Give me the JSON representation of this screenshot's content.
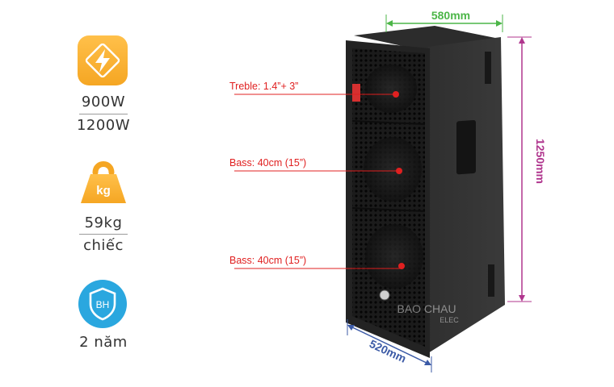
{
  "power": {
    "icon": "lightning-bolt-icon",
    "primary": "900W",
    "secondary": "1200W"
  },
  "weight": {
    "icon": "kettlebell-weight-icon",
    "icon_text": "kg",
    "value": "59kg",
    "unit": "chiếc"
  },
  "warranty": {
    "icon": "shield-warranty-icon",
    "icon_text": "BH",
    "value": "2 năm"
  },
  "callouts": {
    "treble": "Treble: 1.4”+ 3”",
    "bass1": "Bass: 40cm (15”)",
    "bass2": "Bass: 40cm (15”)"
  },
  "dimensions": {
    "width": "580mm",
    "height": "1250mm",
    "depth": "520mm"
  },
  "watermark": {
    "line1": "BAO CHAU",
    "line2": "ELEC"
  },
  "colors": {
    "accent_orange": "#f5a623",
    "accent_blue": "#2aa7df",
    "callout_red": "#e02020",
    "dim_green": "#4cb648",
    "dim_magenta": "#b0368e",
    "dim_blue": "#3b5aa6"
  }
}
